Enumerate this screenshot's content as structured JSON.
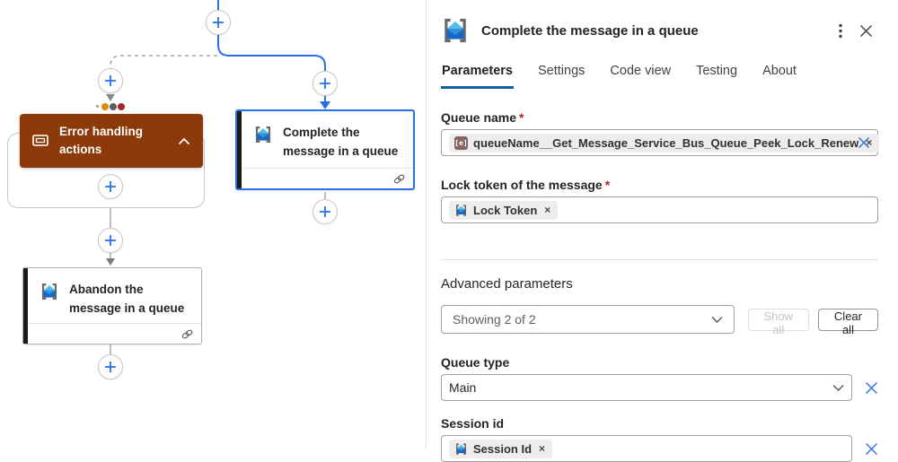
{
  "colors": {
    "accent": "#2670e8",
    "scope": "#8c3a0a",
    "dot-orange": "#e08a00",
    "dot-gray": "#605e5c",
    "dot-red": "#a4262c",
    "blue-x": "#3574d6",
    "tab-underline": "#115ea3"
  },
  "canvas": {
    "scope_title": "Error handling actions",
    "complete_title": "Complete the message in a queue",
    "abandon_title": "Abandon the message in a queue"
  },
  "icons": {
    "parameter_token_glyph": "[e]",
    "dismiss_glyph": "×"
  },
  "panel": {
    "title": "Complete the message in a queue",
    "required_mark": "*",
    "tabs": [
      {
        "label": "Parameters"
      },
      {
        "label": "Settings"
      },
      {
        "label": "Code view"
      },
      {
        "label": "Testing"
      },
      {
        "label": "About"
      }
    ],
    "queue_name": {
      "label": "Queue name",
      "token": "queueName__Get_Message_Service_Bus_Queue_Peek_Lock_Renew"
    },
    "lock_token": {
      "label": "Lock token of the message",
      "token": "Lock Token"
    },
    "advanced": {
      "heading": "Advanced parameters",
      "selected": "Showing 2 of 2",
      "show_all": "Show all",
      "clear_all": "Clear all"
    },
    "queue_type": {
      "label": "Queue type",
      "value": "Main"
    },
    "session_id": {
      "label": "Session id",
      "token": "Session Id"
    }
  }
}
